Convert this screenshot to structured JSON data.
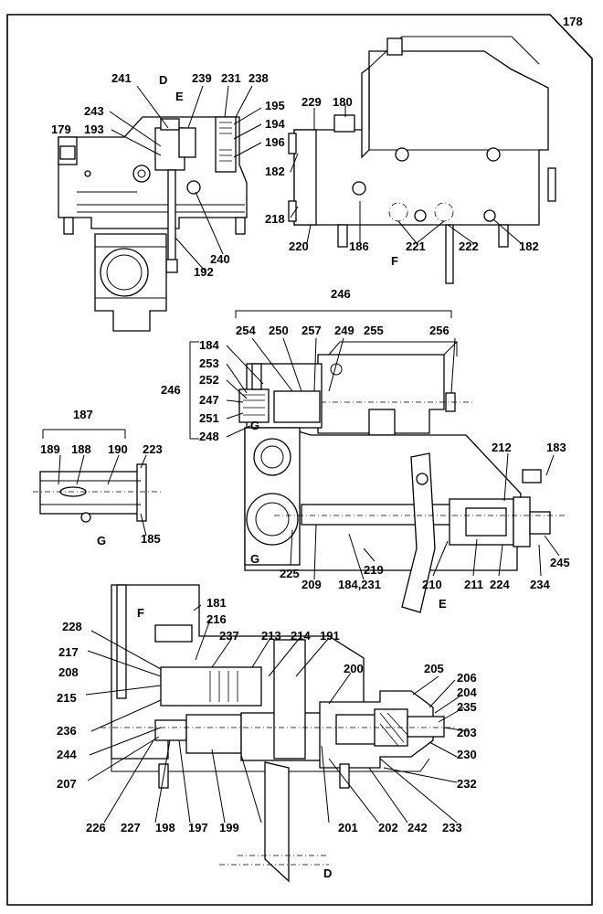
{
  "sheet_number": "178",
  "view_letters": [
    "D",
    "E",
    "F",
    "G",
    "G",
    "G",
    "E",
    "F",
    "D"
  ],
  "labels": {
    "top_left": [
      "241",
      "239",
      "231",
      "238",
      "195",
      "194",
      "196",
      "243",
      "193",
      "179",
      "240",
      "192"
    ],
    "top_right": [
      "229",
      "180",
      "182",
      "218",
      "220",
      "186",
      "221",
      "222",
      "182"
    ],
    "middle": [
      "246",
      "254",
      "250",
      "257",
      "249",
      "255",
      "256",
      "184",
      "253",
      "252",
      "247",
      "251",
      "248",
      "246",
      "212",
      "183",
      "245",
      "234",
      "224",
      "211",
      "210",
      "219",
      "209",
      "184,231",
      "225"
    ],
    "left_detail": [
      "187",
      "189",
      "188",
      "190",
      "223",
      "185"
    ],
    "bottom": [
      "181",
      "228",
      "216",
      "237",
      "213",
      "214",
      "191",
      "217",
      "208",
      "215",
      "200",
      "205",
      "206",
      "204",
      "235",
      "236",
      "203",
      "244",
      "230",
      "207",
      "232",
      "226",
      "227",
      "198",
      "197",
      "199",
      "201",
      "202",
      "242",
      "233"
    ]
  }
}
